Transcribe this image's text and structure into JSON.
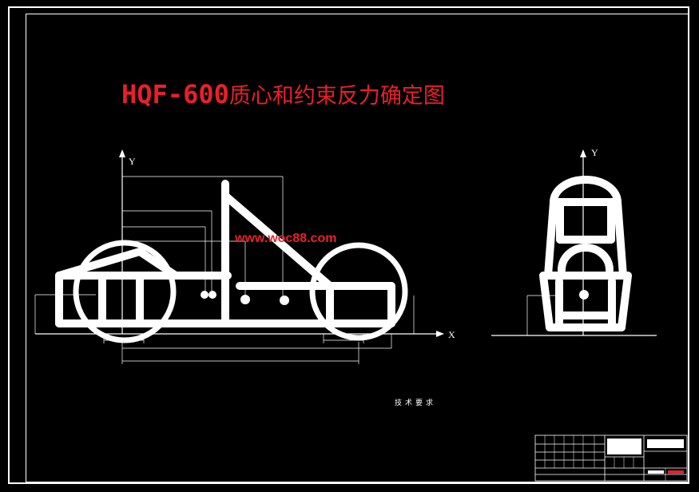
{
  "drawing": {
    "title_main": "HQF-600",
    "title_sub": "质心和约束反力确定图",
    "watermark": "www.woc88.com"
  },
  "axes": {
    "side_y": "Y",
    "side_x": "X",
    "front_y": "Y"
  },
  "tech_requirements": {
    "heading": "技术要求"
  },
  "colors": {
    "background": "#000000",
    "lines": "#ffffff",
    "accent_red": "#e8202a"
  }
}
